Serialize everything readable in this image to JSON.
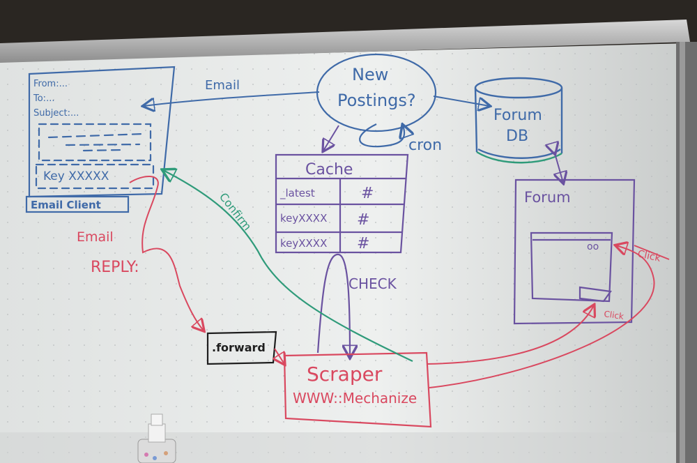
{
  "email_client": {
    "from": "From:...",
    "to": "To:...",
    "subject": "Subject:...",
    "key_line": "Key XXXXX",
    "label": "Email Client"
  },
  "new_postings": {
    "line1": "New",
    "line2": "Postings?"
  },
  "cron_label": "cron",
  "email_arrow_label": "Email",
  "forum_db": {
    "line1": "Forum",
    "line2": "DB"
  },
  "cache": {
    "title": "Cache",
    "rows": [
      {
        "key": "_latest",
        "value": "#"
      },
      {
        "key": "keyXXXX",
        "value": "#"
      },
      {
        "key": "keyXXXX",
        "value": "#"
      }
    ]
  },
  "check_label": "CHECK",
  "forum": {
    "title": "Forum",
    "window_buttons": "oo"
  },
  "click_labels": [
    "Click",
    "Click"
  ],
  "confirm_label": "Confirm",
  "email_reply": {
    "line1": "Email",
    "line2": "REPLY:"
  },
  "forward_label": ".forward",
  "scraper": {
    "line1": "Scraper",
    "line2": "WWW::Mechanize"
  },
  "colors": {
    "blue": "#3f6aa8",
    "purple": "#6a52a0",
    "red": "#d9485f",
    "green": "#2f9b7a",
    "black": "#1e1e1e",
    "board": "#e9ebea"
  }
}
